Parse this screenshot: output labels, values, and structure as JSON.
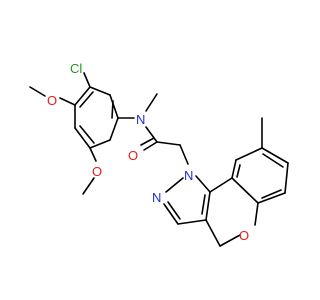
{
  "molecule": {
    "atoms": {
      "cl": {
        "label": "Cl",
        "color": "#1c9a1c"
      },
      "o_methoxy_top": {
        "label": "O",
        "color": "#e0201c"
      },
      "o_methoxy_bottom": {
        "label": "O",
        "color": "#e0201c"
      },
      "n_amide": {
        "label": "N",
        "color": "#1f2fd6"
      },
      "o_carbonyl": {
        "label": "O",
        "color": "#e0201c"
      },
      "n1_pyrazole": {
        "label": "N",
        "color": "#1f2fd6"
      },
      "n2_pyrazole": {
        "label": "N",
        "color": "#1f2fd6"
      },
      "o_pyran": {
        "label": "O",
        "color": "#e0201c"
      }
    },
    "colors": {
      "bond": "#000000",
      "oxygen": "#e0201c",
      "nitrogen": "#1f2fd6",
      "chlorine": "#1c9a1c",
      "background": "#ffffff"
    }
  }
}
